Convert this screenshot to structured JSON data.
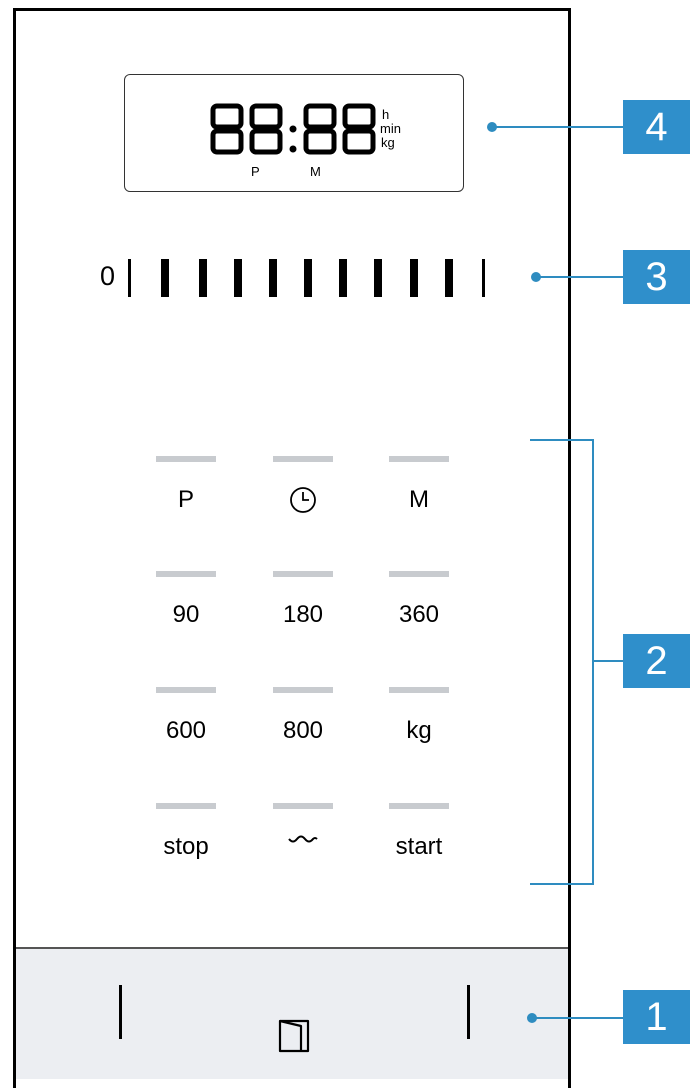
{
  "display": {
    "digits": "88:88",
    "units": [
      "h",
      "min",
      "kg"
    ],
    "indicators": [
      "P",
      "M"
    ]
  },
  "level_bar": {
    "zero_label": "0",
    "segments": 10
  },
  "keypad": {
    "keys": [
      {
        "label": "P"
      },
      {
        "label": "",
        "icon": "clock-icon"
      },
      {
        "label": "M"
      },
      {
        "label": "90"
      },
      {
        "label": "180"
      },
      {
        "label": "360"
      },
      {
        "label": "600"
      },
      {
        "label": "800"
      },
      {
        "label": "kg"
      },
      {
        "label": "stop"
      },
      {
        "label": "",
        "icon": "wave-icon"
      },
      {
        "label": "start"
      }
    ]
  },
  "door": {
    "icon": "door-open-icon"
  },
  "callouts": [
    "1",
    "2",
    "3",
    "4"
  ],
  "colors": {
    "callout": "#2f8fcb",
    "leader": "#2e8cc0",
    "key_bar": "#c8cbcf",
    "door_strip": "#eceef2"
  }
}
